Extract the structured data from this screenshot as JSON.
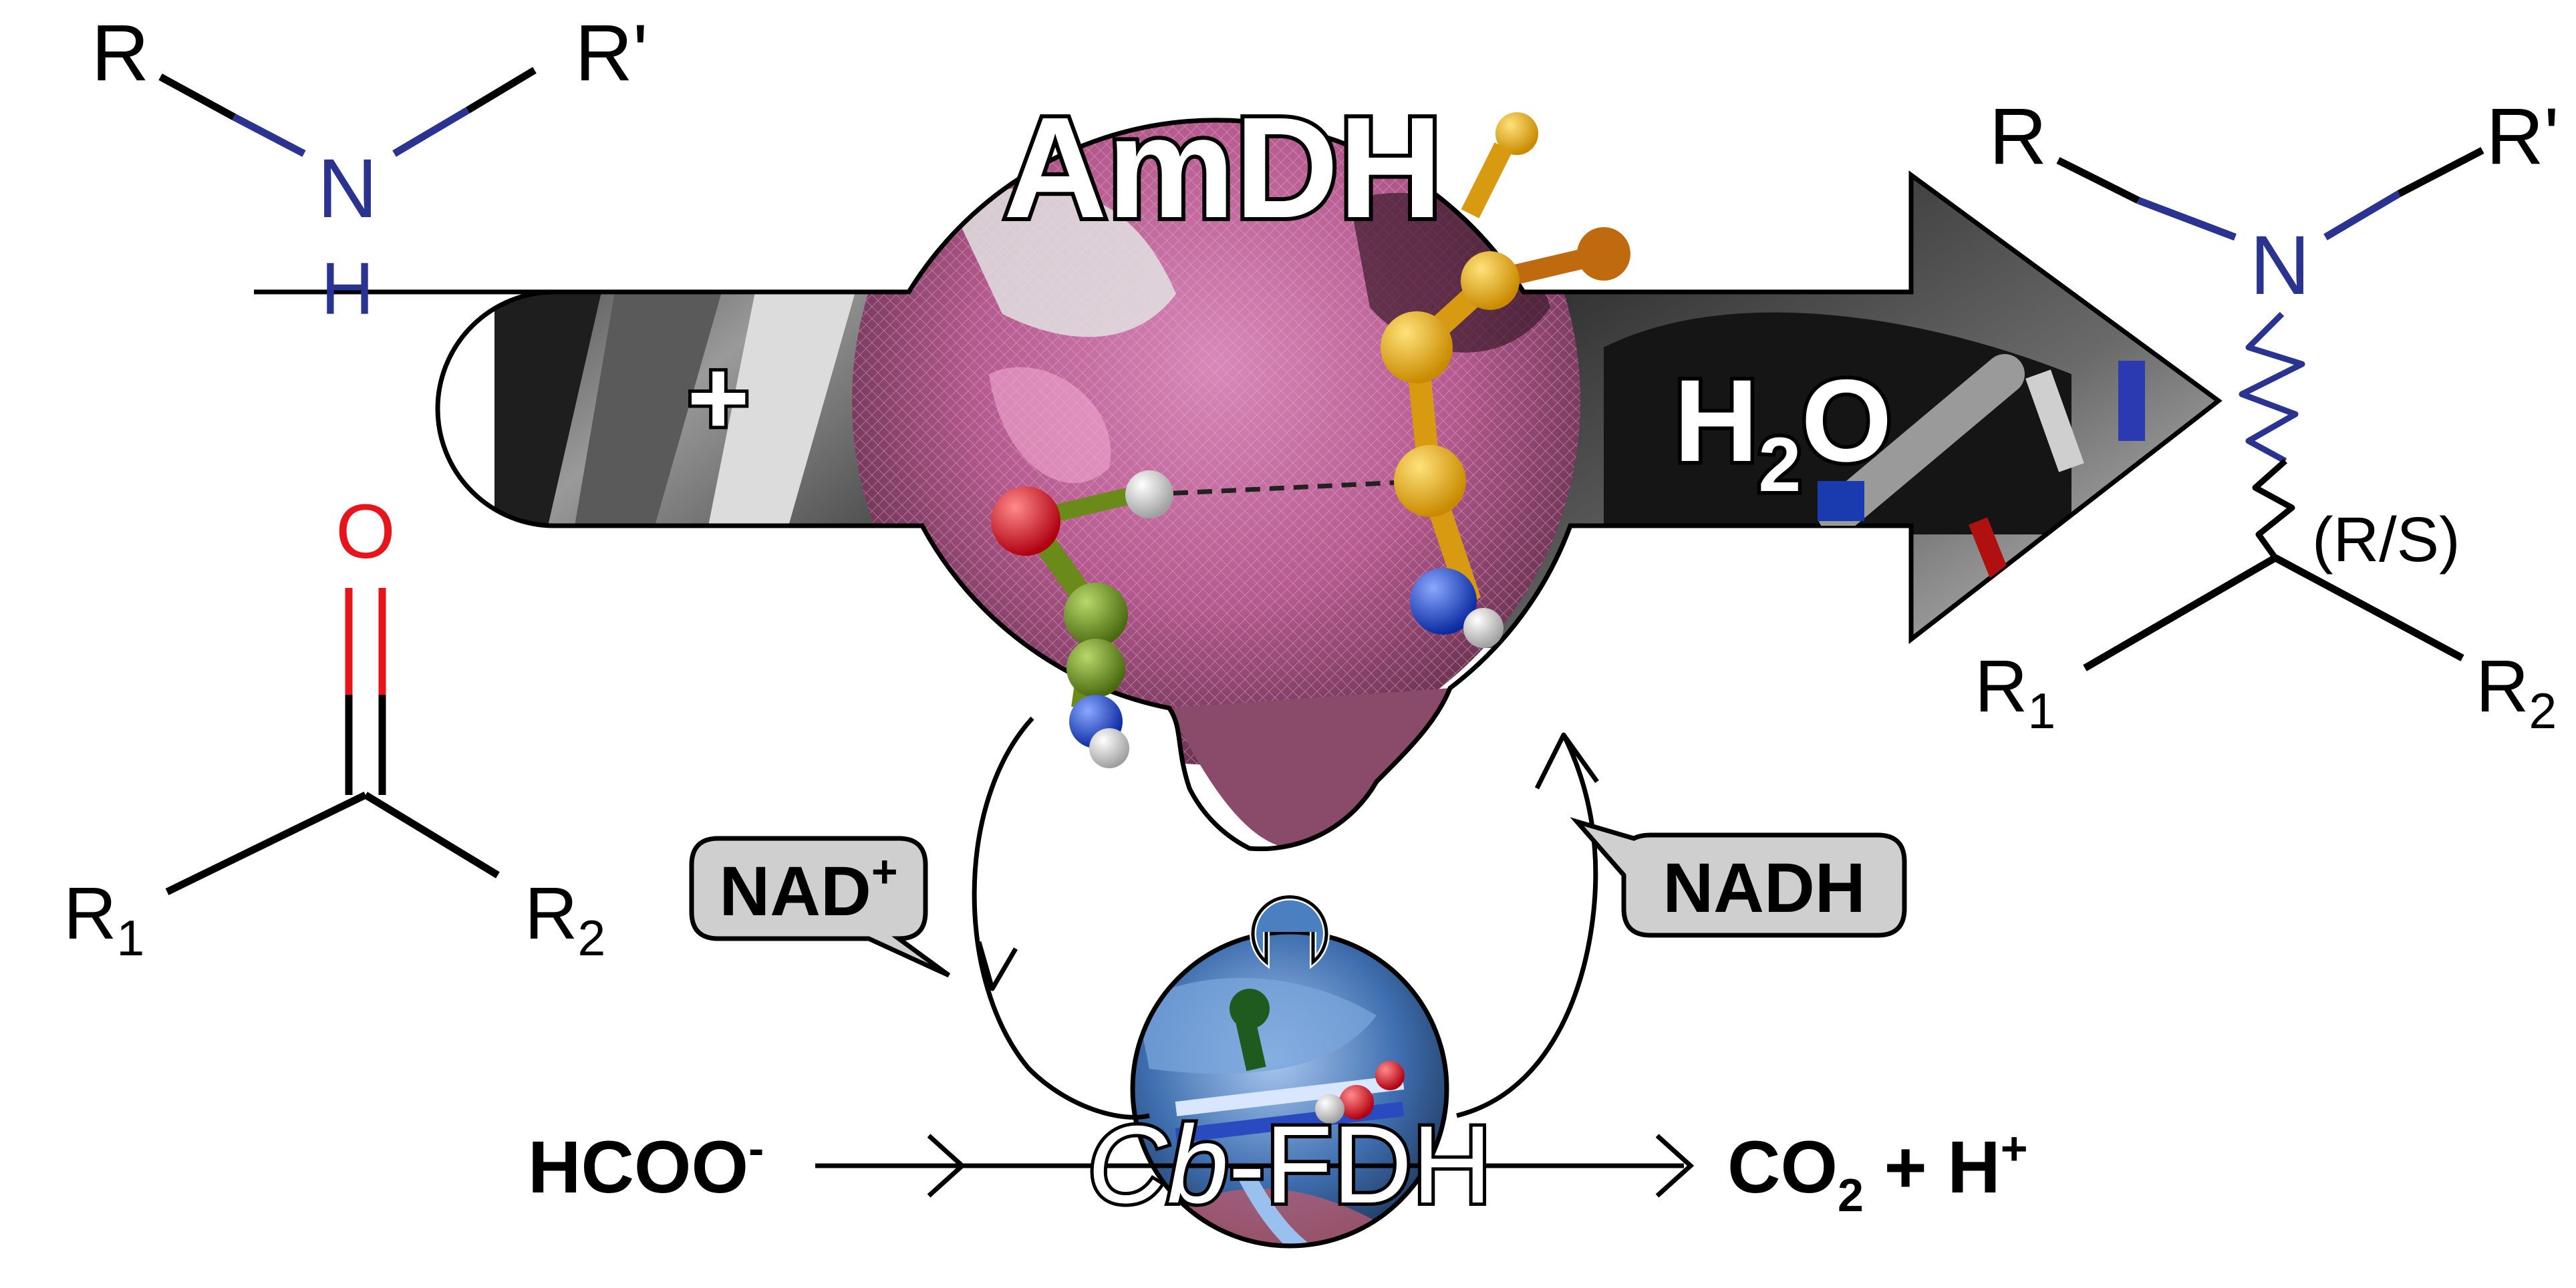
{
  "amine": {
    "r": "R",
    "r_prime": "R'",
    "n": "N",
    "h": "H"
  },
  "ketone": {
    "o": "O",
    "r1": "R",
    "r1_sub": "1",
    "r2": "R",
    "r2_sub": "2"
  },
  "plus": "+",
  "enzyme": {
    "amdh": "AmDH",
    "fdh_prefix": "Cb",
    "fdh_name": "-FDH"
  },
  "water": {
    "h": "H",
    "sub": "2",
    "o": "O"
  },
  "cofactors": {
    "nad_plus": "NAD",
    "nad_plus_sup": "+",
    "nadh": "NADH"
  },
  "formate": {
    "text": "HCOO",
    "sup": "-"
  },
  "products": {
    "co2": "CO",
    "co2_sub": "2",
    "plus_h": " + H",
    "h_sup": "+"
  },
  "product_amine": {
    "r": "R",
    "r_prime": "R'",
    "n": "N",
    "stereo": "(R/S)",
    "r1": "R",
    "r1_sub": "1",
    "r2": "R",
    "r2_sub": "2"
  },
  "colors": {
    "nitrogen": "#2b3390",
    "oxygen": "#e8141c",
    "bond": "#000000",
    "protein_pink": "#b55a8e",
    "protein_dark": "#4a2a3a",
    "fdh_blue": "#3f6fb0",
    "label_bg": "#cfcfcf"
  }
}
